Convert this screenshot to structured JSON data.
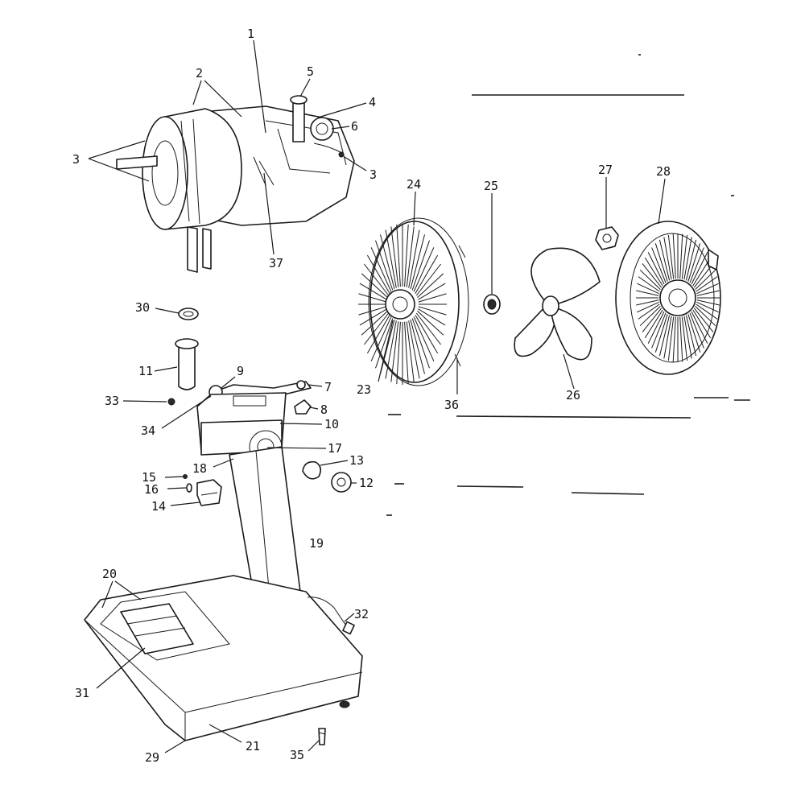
{
  "diagram": {
    "callouts": [
      "1",
      "2",
      "3",
      "3",
      "4",
      "5",
      "6",
      "7",
      "8",
      "9",
      "10",
      "11",
      "12",
      "13",
      "14",
      "15",
      "16",
      "17",
      "18",
      "19",
      "20",
      "21",
      "23",
      "24",
      "25",
      "26",
      "27",
      "28",
      "29",
      "30",
      "31",
      "32",
      "33",
      "34",
      "35",
      "36",
      "37"
    ]
  }
}
